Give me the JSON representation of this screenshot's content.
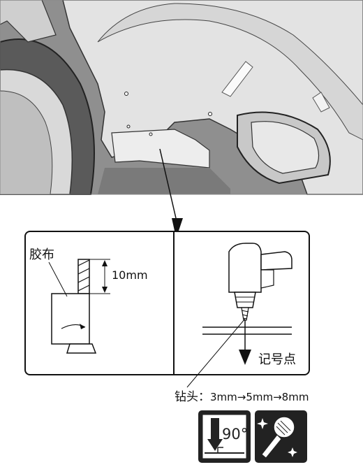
{
  "left_panel": {
    "tape_label": "胶布",
    "dimension_label": "10mm"
  },
  "right_panel": {
    "mark_label": "记号点"
  },
  "drill": {
    "label": "钻头：",
    "sizes": "3mm→5mm→8mm"
  },
  "icons": {
    "angle_text": "90°",
    "angle_icon": "perpendicular-drill-icon",
    "deburr_icon": "deburr-tool-icon"
  }
}
